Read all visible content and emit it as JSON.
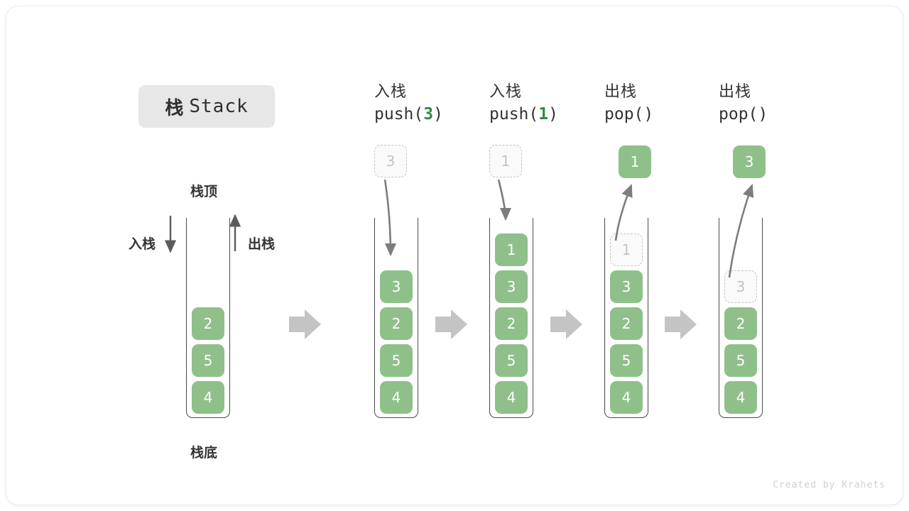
{
  "title": {
    "cjk": "栈",
    "latin": "Stack"
  },
  "labels": {
    "top": "栈顶",
    "bottom": "栈底",
    "push": "入栈",
    "pop": "出栈"
  },
  "footer": "Created by Krahets",
  "colors": {
    "cell_fill": "#8fc08a",
    "cell_text": "#ffffff",
    "ghost_border": "#c6c6c6",
    "ghost_text": "#c3c3c3",
    "arrow": "#7d7d7d",
    "block_arrow": "#c4c4c4",
    "arg_green": "#2e8b45",
    "chip_bg": "#e7e7e7"
  },
  "columns": [
    {
      "id": "initial",
      "caption": null,
      "cells": [
        {
          "value": "2",
          "state": "filled"
        },
        {
          "value": "5",
          "state": "filled"
        },
        {
          "value": "4",
          "state": "filled"
        }
      ]
    },
    {
      "id": "push-3",
      "caption": {
        "line1": "入栈",
        "op": "push",
        "arg": "3",
        "open": "(",
        "close": ")"
      },
      "floating": {
        "value": "3",
        "state": "ghost"
      },
      "arrow": "down",
      "cells": [
        {
          "value": "3",
          "state": "filled"
        },
        {
          "value": "2",
          "state": "filled"
        },
        {
          "value": "5",
          "state": "filled"
        },
        {
          "value": "4",
          "state": "filled"
        }
      ]
    },
    {
      "id": "push-1",
      "caption": {
        "line1": "入栈",
        "op": "push",
        "arg": "1",
        "open": "(",
        "close": ")"
      },
      "floating": {
        "value": "1",
        "state": "ghost"
      },
      "arrow": "down",
      "cells": [
        {
          "value": "1",
          "state": "filled"
        },
        {
          "value": "3",
          "state": "filled"
        },
        {
          "value": "2",
          "state": "filled"
        },
        {
          "value": "5",
          "state": "filled"
        },
        {
          "value": "4",
          "state": "filled"
        }
      ]
    },
    {
      "id": "pop-1",
      "caption": {
        "line1": "出栈",
        "op": "pop",
        "arg": "",
        "open": "(",
        "close": ")"
      },
      "floating": {
        "value": "1",
        "state": "filled"
      },
      "arrow": "up",
      "cells": [
        {
          "value": "1",
          "state": "ghost"
        },
        {
          "value": "3",
          "state": "filled"
        },
        {
          "value": "2",
          "state": "filled"
        },
        {
          "value": "5",
          "state": "filled"
        },
        {
          "value": "4",
          "state": "filled"
        }
      ]
    },
    {
      "id": "pop-3",
      "caption": {
        "line1": "出栈",
        "op": "pop",
        "arg": "",
        "open": "(",
        "close": ")"
      },
      "floating": {
        "value": "3",
        "state": "filled"
      },
      "arrow": "up",
      "cells": [
        {
          "value": "3",
          "state": "ghost"
        },
        {
          "value": "2",
          "state": "filled"
        },
        {
          "value": "5",
          "state": "filled"
        },
        {
          "value": "4",
          "state": "filled"
        }
      ]
    }
  ],
  "transitions": [
    "→",
    "→",
    "→",
    "→"
  ]
}
